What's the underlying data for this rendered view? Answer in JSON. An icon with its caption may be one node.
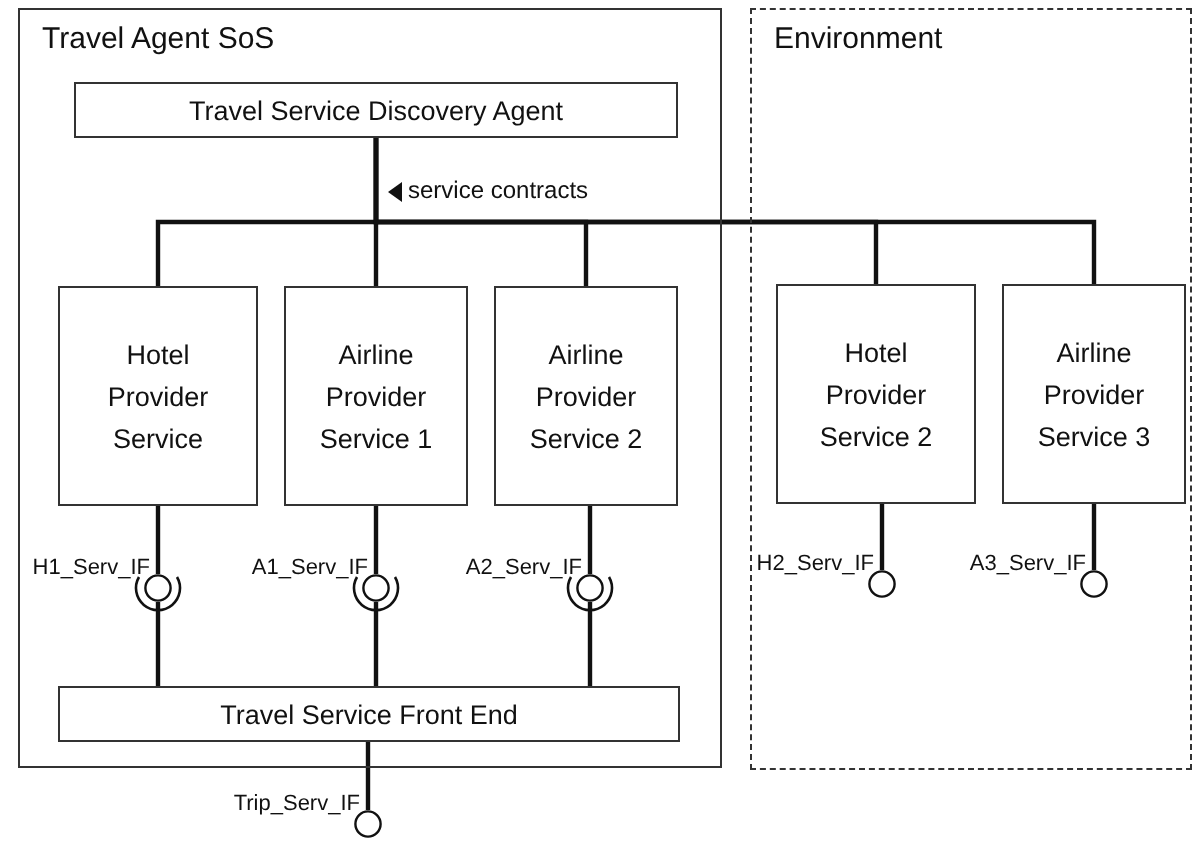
{
  "diagram": {
    "nodes": [
      {
        "text": [
          "Travel Agent SoS"
        ]
      },
      {
        "text": [
          "Environment"
        ]
      },
      {
        "text": [
          "Travel Service Discovery Agent"
        ],
        "in": 0
      },
      {
        "text": [
          "Hotel Provider Service"
        ],
        "in": 0
      },
      {
        "text": [
          "Airline Provider Service 1"
        ],
        "in": 0
      },
      {
        "text": [
          "Airline Provider Service 2"
        ],
        "in": 0
      },
      {
        "text": [
          "Hotel Provider Service 2"
        ],
        "in": 1
      },
      {
        "text": [
          "Airline Provider Service 3"
        ],
        "in": 1
      },
      {
        "text": [
          "Travel Service Front End"
        ],
        "in": 0
      },
      {
        "text": [],
        "shape": "circle",
        "beside": [
          "H1_Serv_IF"
        ],
        "in": 0
      },
      {
        "text": [],
        "shape": "circle",
        "beside": [
          "A1_Serv_IF"
        ],
        "in": 0
      },
      {
        "text": [],
        "shape": "circle",
        "beside": [
          "A2_Serv_IF"
        ],
        "in": 0
      },
      {
        "text": [],
        "shape": "circle",
        "beside": [
          "H2_Serv_IF"
        ],
        "in": 1
      },
      {
        "text": [],
        "shape": "circle",
        "beside": [
          "A3_Serv_IF"
        ],
        "in": 1
      },
      {
        "text": [],
        "shape": "circle",
        "beside": [
          "Trip_Serv_IF"
        ]
      }
    ],
    "edges": [
      {
        "from": 2,
        "to": 3,
        "arrow": "none",
        "label": "service contracts"
      },
      {
        "from": 2,
        "to": 4,
        "arrow": "none"
      },
      {
        "from": 2,
        "to": 5,
        "arrow": "none"
      },
      {
        "from": 2,
        "to": 6,
        "arrow": "none"
      },
      {
        "from": 2,
        "to": 7,
        "arrow": "none"
      },
      {
        "from": 3,
        "to": 9,
        "arrow": "none"
      },
      {
        "from": 8,
        "to": 9,
        "arrow": "other"
      },
      {
        "from": 4,
        "to": 10,
        "arrow": "none"
      },
      {
        "from": 8,
        "to": 10,
        "arrow": "other"
      },
      {
        "from": 5,
        "to": 11,
        "arrow": "none"
      },
      {
        "from": 8,
        "to": 11,
        "arrow": "other"
      },
      {
        "from": 6,
        "to": 12,
        "arrow": "none"
      },
      {
        "from": 7,
        "to": 13,
        "arrow": "none"
      },
      {
        "from": 8,
        "to": 14,
        "arrow": "none"
      }
    ]
  }
}
